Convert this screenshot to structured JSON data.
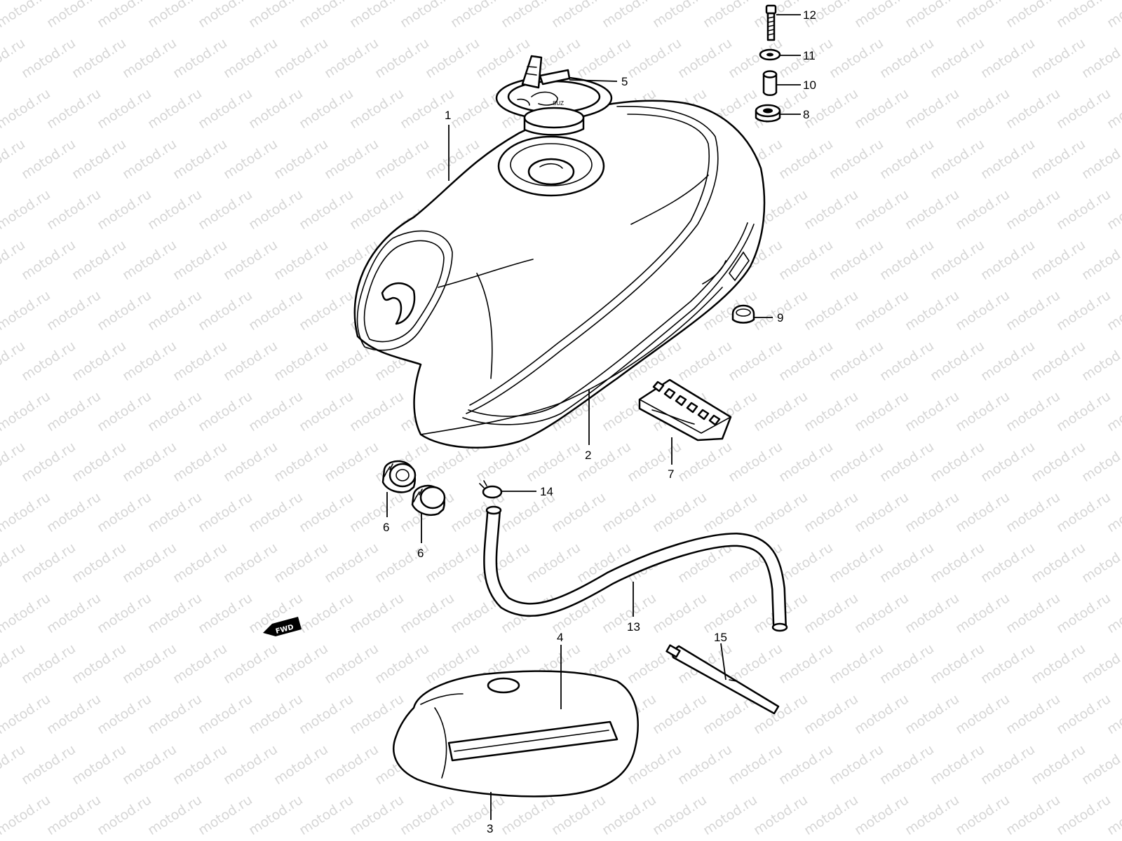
{
  "watermark": {
    "text": "motod.ru"
  },
  "fwd_label": "FWD",
  "callouts": [
    {
      "id": "1",
      "label": "1"
    },
    {
      "id": "2",
      "label": "2"
    },
    {
      "id": "3",
      "label": "3"
    },
    {
      "id": "4",
      "label": "4"
    },
    {
      "id": "5",
      "label": "5"
    },
    {
      "id": "6a",
      "label": "6"
    },
    {
      "id": "6b",
      "label": "6"
    },
    {
      "id": "7",
      "label": "7"
    },
    {
      "id": "8",
      "label": "8"
    },
    {
      "id": "9",
      "label": "9"
    },
    {
      "id": "10",
      "label": "10"
    },
    {
      "id": "11",
      "label": "11"
    },
    {
      "id": "12",
      "label": "12"
    },
    {
      "id": "13",
      "label": "13"
    },
    {
      "id": "14",
      "label": "14"
    },
    {
      "id": "15",
      "label": "15"
    }
  ]
}
